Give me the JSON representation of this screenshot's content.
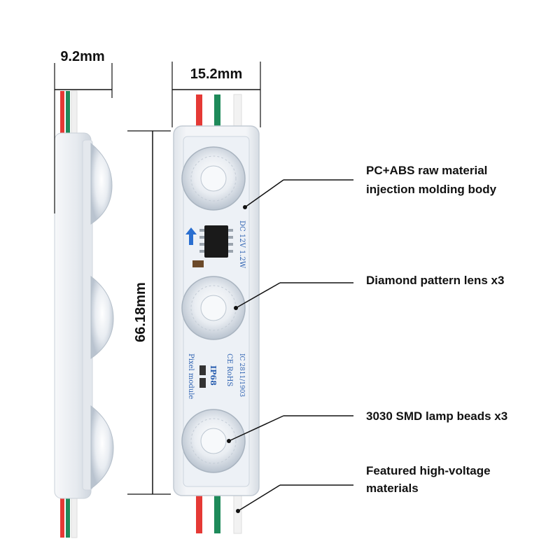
{
  "dimensions": {
    "side_width": "9.2mm",
    "front_width": "15.2mm",
    "length": "66.18mm"
  },
  "callouts": [
    {
      "lines": [
        "PC+ABS raw material",
        "injection molding body"
      ]
    },
    {
      "lines": [
        "Diamond pattern lens x3"
      ]
    },
    {
      "lines": [
        "3030 SMD lamp beads x3"
      ]
    },
    {
      "lines": [
        "Featured high-voltage",
        "materials"
      ]
    }
  ],
  "pcb_markings": {
    "voltage": "DC 12V 1.2W",
    "module": "Pixel module",
    "rating": "IP68",
    "cert": "CE RoHS",
    "ic": "IC 2811/1903"
  },
  "colors": {
    "wire_red": "#e53935",
    "wire_green": "#1e8a5a",
    "wire_white": "#f2f2f2",
    "pcb_blue": "#2a5fb0",
    "housing": "#eef1f4"
  }
}
